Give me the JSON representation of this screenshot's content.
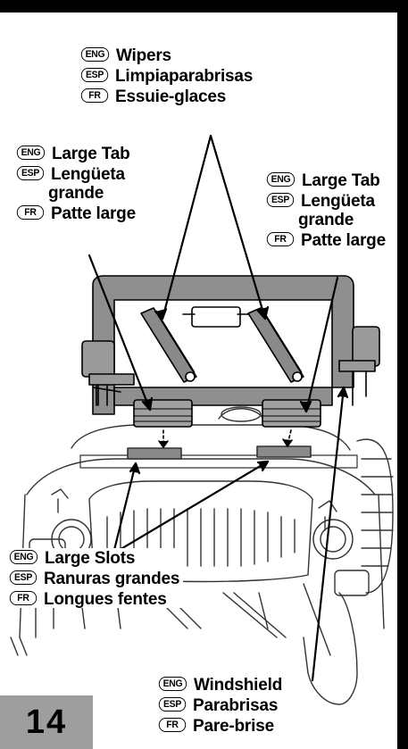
{
  "labels": {
    "wipers": [
      {
        "lang": "ENG",
        "text": "Wipers"
      },
      {
        "lang": "ESP",
        "text": "Limpiaparabrisas"
      },
      {
        "lang": "FR",
        "text": "Essuie-glaces"
      }
    ],
    "large_tab_left": [
      {
        "lang": "ENG",
        "text": "Large Tab"
      },
      {
        "lang": "ESP",
        "text": "Lengüeta"
      },
      {
        "lang": "",
        "text": "grande"
      },
      {
        "lang": "FR",
        "text": "Patte large"
      }
    ],
    "large_tab_right": [
      {
        "lang": "ENG",
        "text": "Large Tab"
      },
      {
        "lang": "ESP",
        "text": "Lengüeta"
      },
      {
        "lang": "",
        "text": "grande"
      },
      {
        "lang": "FR",
        "text": "Patte large"
      }
    ],
    "large_slots": [
      {
        "lang": "ENG",
        "text": "Large Slots"
      },
      {
        "lang": "ESP",
        "text": "Ranuras grandes"
      },
      {
        "lang": "FR",
        "text": "Longues fentes"
      }
    ],
    "windshield": [
      {
        "lang": "ENG",
        "text": "Windshield"
      },
      {
        "lang": "ESP",
        "text": "Parabrisas"
      },
      {
        "lang": "FR",
        "text": "Pare-brise"
      }
    ]
  },
  "page_number": "14"
}
